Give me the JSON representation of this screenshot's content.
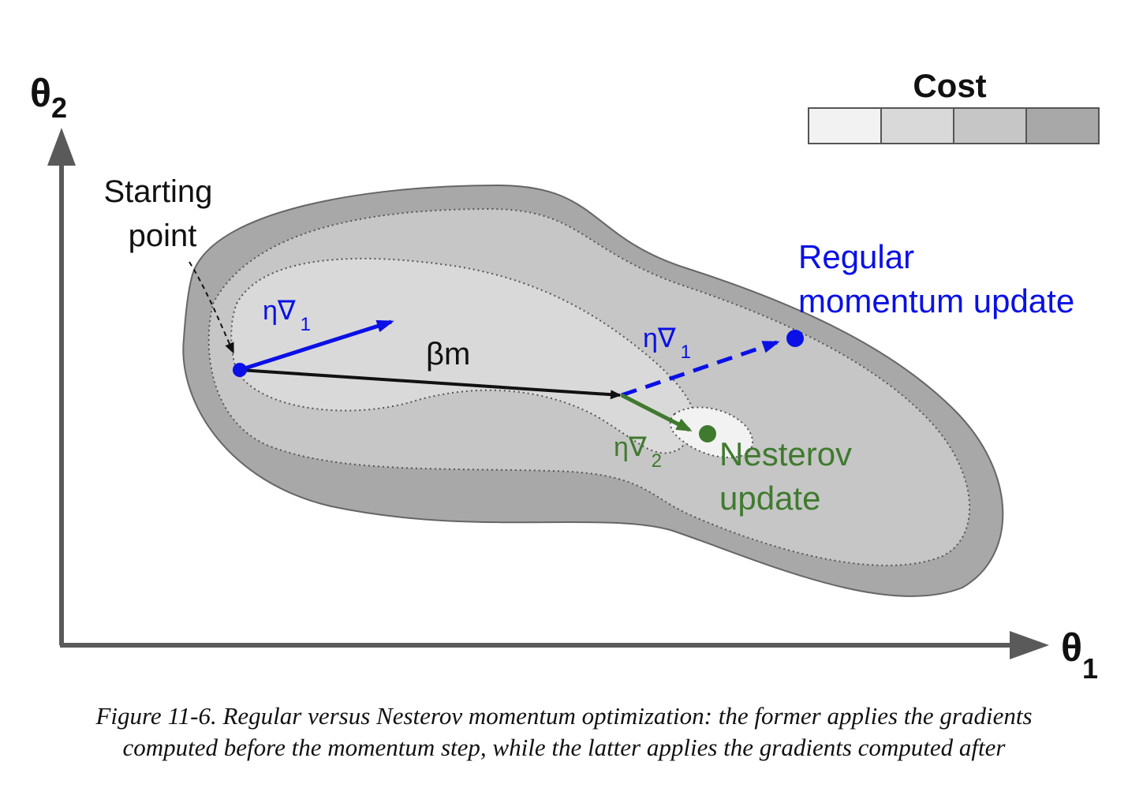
{
  "axes": {
    "x_symbol": "θ",
    "x_sub": "1",
    "y_symbol": "θ",
    "y_sub": "2"
  },
  "legend": {
    "title": "Cost",
    "swatches": [
      "#f2f2f2",
      "#d9d9d9",
      "#c6c6c6",
      "#a8a8a8"
    ]
  },
  "labels": {
    "start_line1": "Starting",
    "start_line2": "point",
    "momentum": "βm",
    "grad_symbol": "η∇",
    "grad_sub_1": "1",
    "grad_sub_2": "2",
    "regular_line1": "Regular",
    "regular_line2": "momentum update",
    "nesterov_line1": "Nesterov",
    "nesterov_line2": "update"
  },
  "colors": {
    "blue": "#0a10e6",
    "green": "#3f7a2e",
    "black": "#111111",
    "axis": "#5a5a5a",
    "outer_region": "#a8a8a8",
    "mid_region": "#c6c6c6",
    "inner_region": "#d9d9d9",
    "core_region": "#f2f2f2"
  },
  "caption": {
    "line1": "Figure 11-6. Regular versus Nesterov momentum optimization: the former applies the gradients",
    "line2": "computed before the momentum step, while the latter applies the gradients computed after"
  }
}
